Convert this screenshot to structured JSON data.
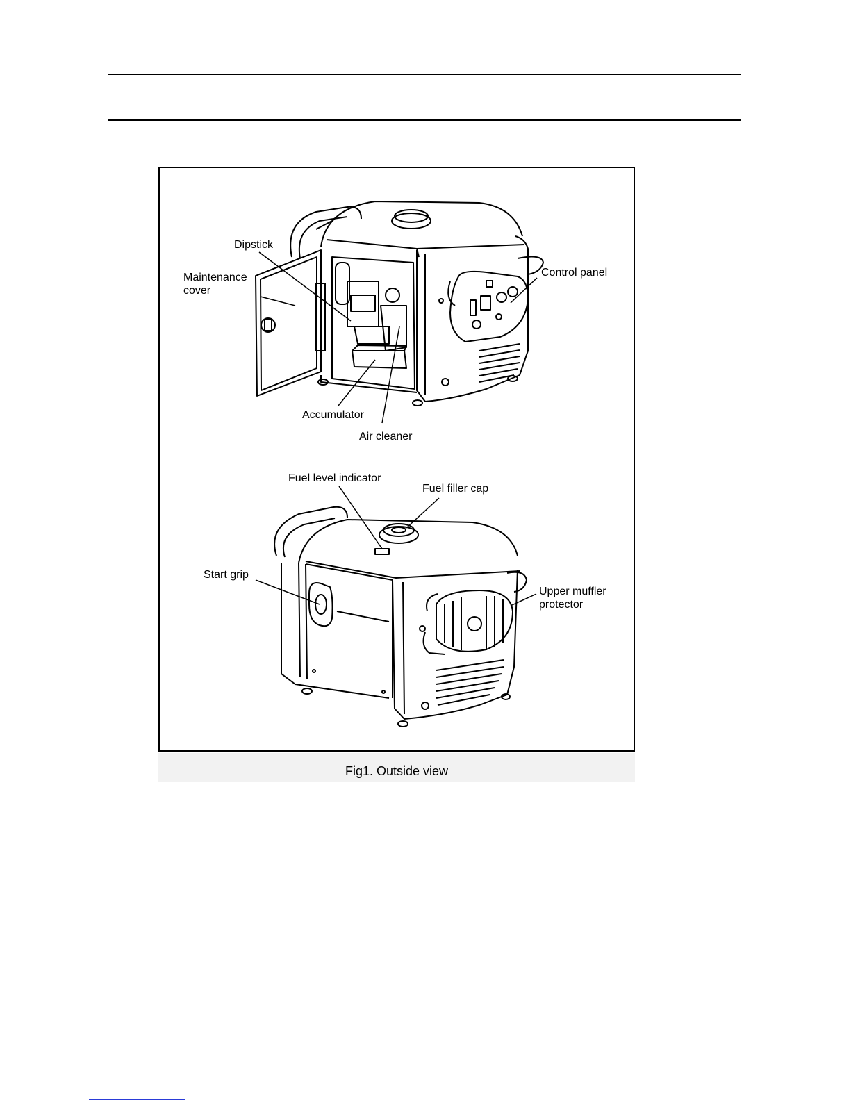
{
  "figure": {
    "caption": "Fig1. Outside view",
    "labels": {
      "dipstick": "Dipstick",
      "maintenance_cover_1": "Maintenance",
      "maintenance_cover_2": "cover",
      "control_panel": "Control panel",
      "accumulator": "Accumulator",
      "air_cleaner": "Air cleaner",
      "fuel_level_indicator": "Fuel level indicator",
      "fuel_filler_cap": "Fuel filler cap",
      "start_grip": "Start grip",
      "upper_muffler_1": "Upper muffler",
      "upper_muffler_2": "protector"
    }
  }
}
